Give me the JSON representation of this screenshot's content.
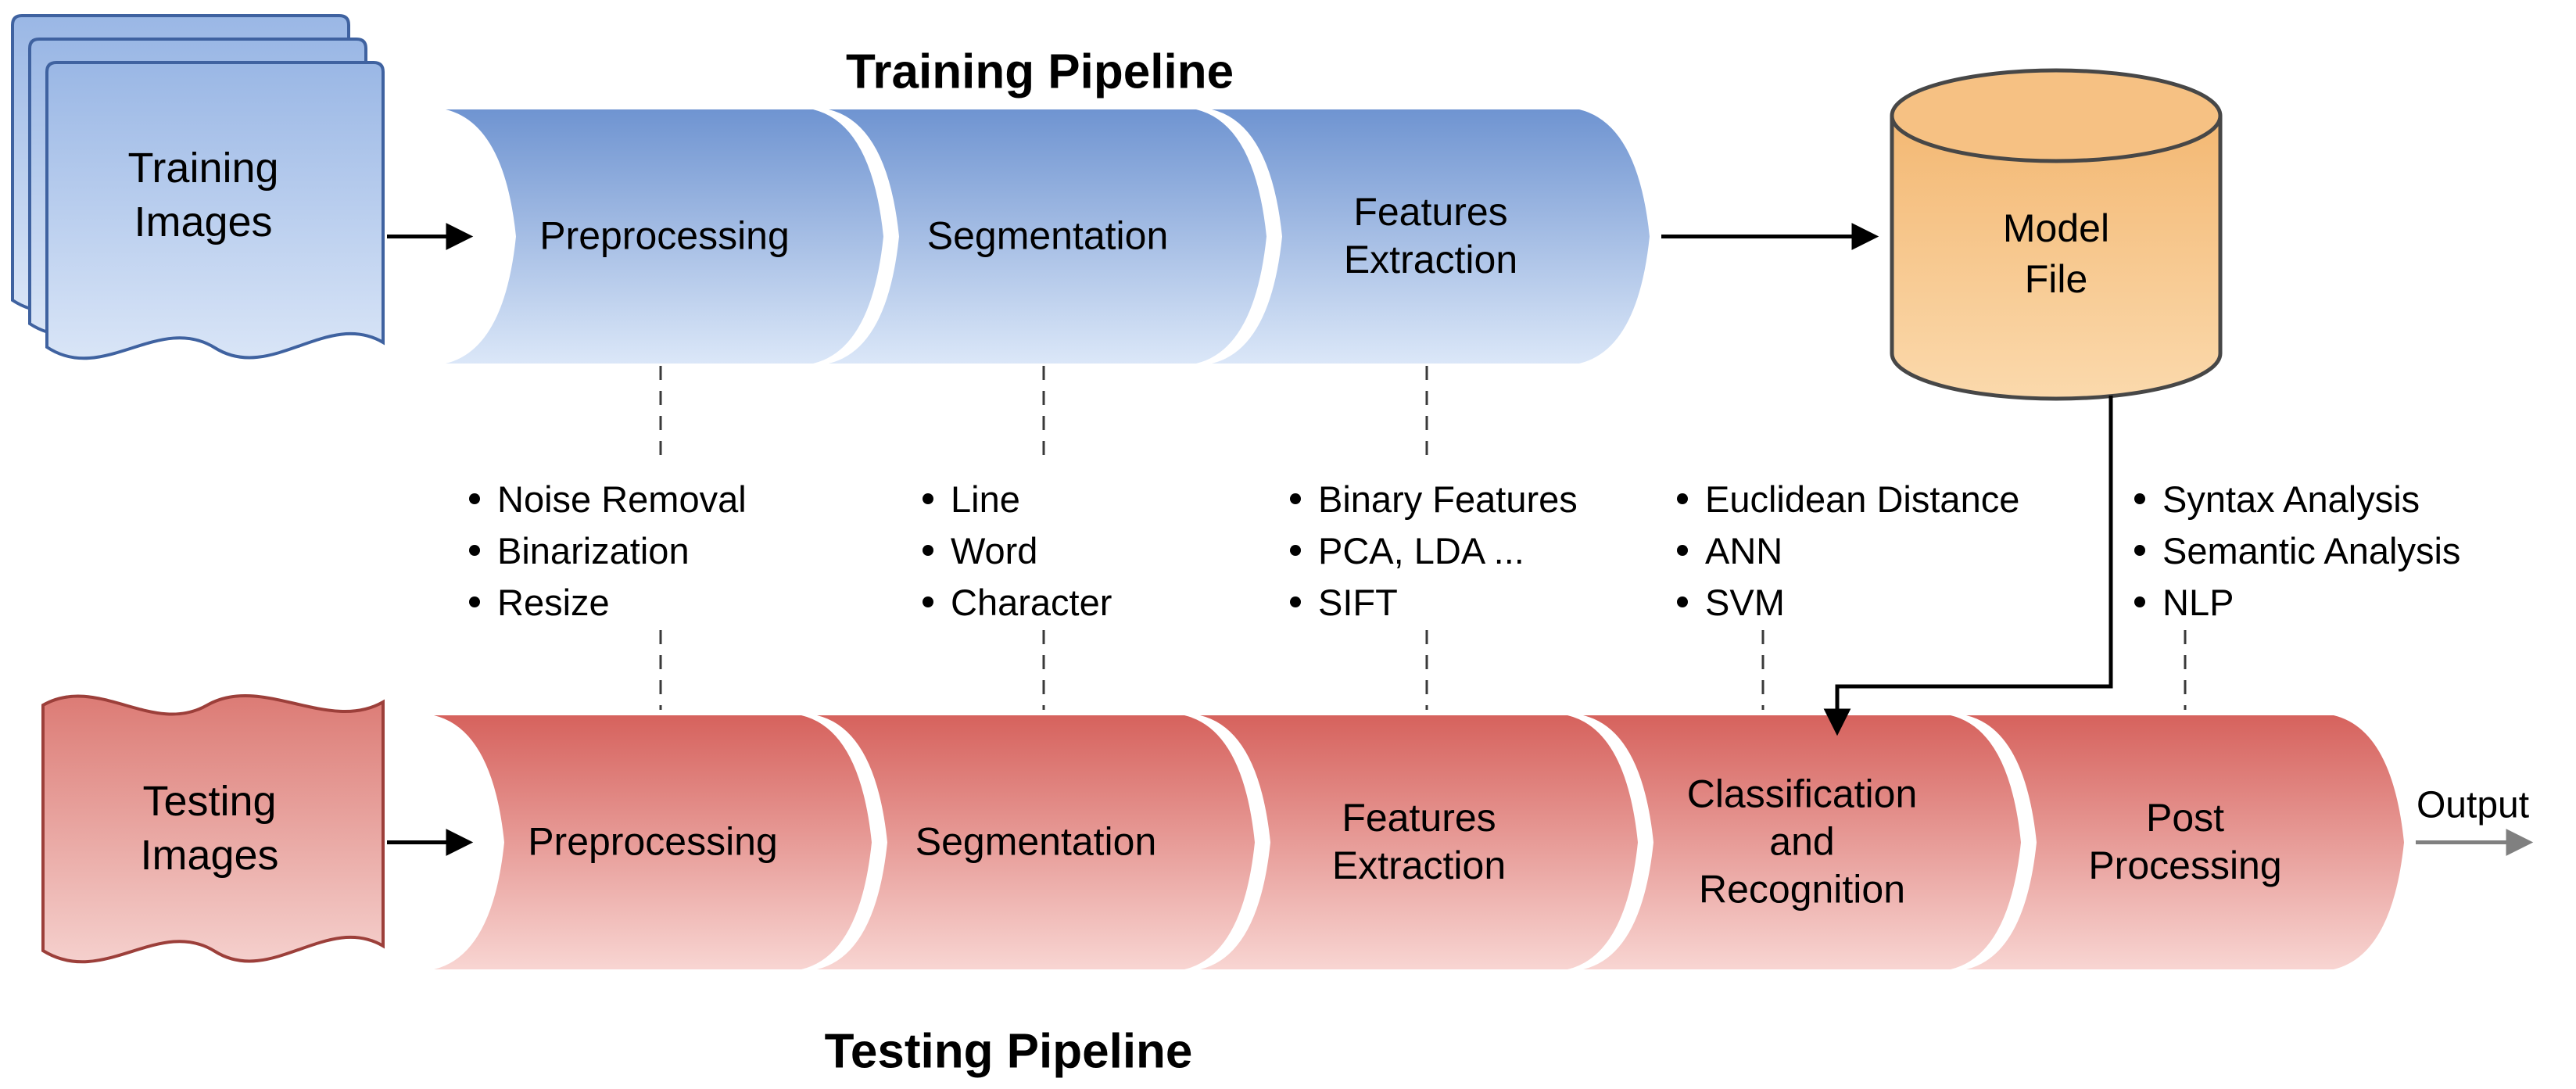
{
  "diagram": {
    "training_title": "Training Pipeline",
    "testing_title": "Testing Pipeline",
    "training_source": "Training\nImages",
    "testing_source": "Testing\nImages",
    "model_label": "Model\nFile",
    "output_label": "Output",
    "training_stages": [
      "Preprocessing",
      "Segmentation",
      "Features\nExtraction"
    ],
    "testing_stages": [
      "Preprocessing",
      "Segmentation",
      "Features\nExtraction",
      "Classification\nand\nRecognition",
      "Post\nProcessing"
    ],
    "detail_lists": [
      {
        "items": [
          "Noise Removal",
          "Binarization",
          "Resize"
        ]
      },
      {
        "items": [
          "Line",
          "Word",
          "Character"
        ]
      },
      {
        "items": [
          "Binary Features",
          "PCA, LDA ...",
          "SIFT"
        ]
      },
      {
        "items": [
          "Euclidean Distance",
          "ANN",
          "SVM"
        ]
      },
      {
        "items": [
          "Syntax Analysis",
          "Semantic Analysis",
          "NLP"
        ]
      }
    ],
    "colors": {
      "training_gradient_top": "#6f94d1",
      "training_gradient_bottom": "#dbe7f8",
      "testing_gradient_top": "#d6625d",
      "testing_gradient_bottom": "#f8d5d2",
      "training_doc_fill_top": "#9ab7e5",
      "training_doc_fill_bottom": "#d9e5f7",
      "training_doc_stroke": "#3f62a0",
      "testing_doc_fill_top": "#dc7b75",
      "testing_doc_fill_bottom": "#f5d0cd",
      "testing_doc_stroke": "#9c3f3a",
      "model_fill_top": "#f3b873",
      "model_fill_bottom": "#fbd9ac",
      "model_stroke": "#474747",
      "connector": "#000000",
      "output_arrow": "#808080",
      "text": "#000000"
    }
  }
}
